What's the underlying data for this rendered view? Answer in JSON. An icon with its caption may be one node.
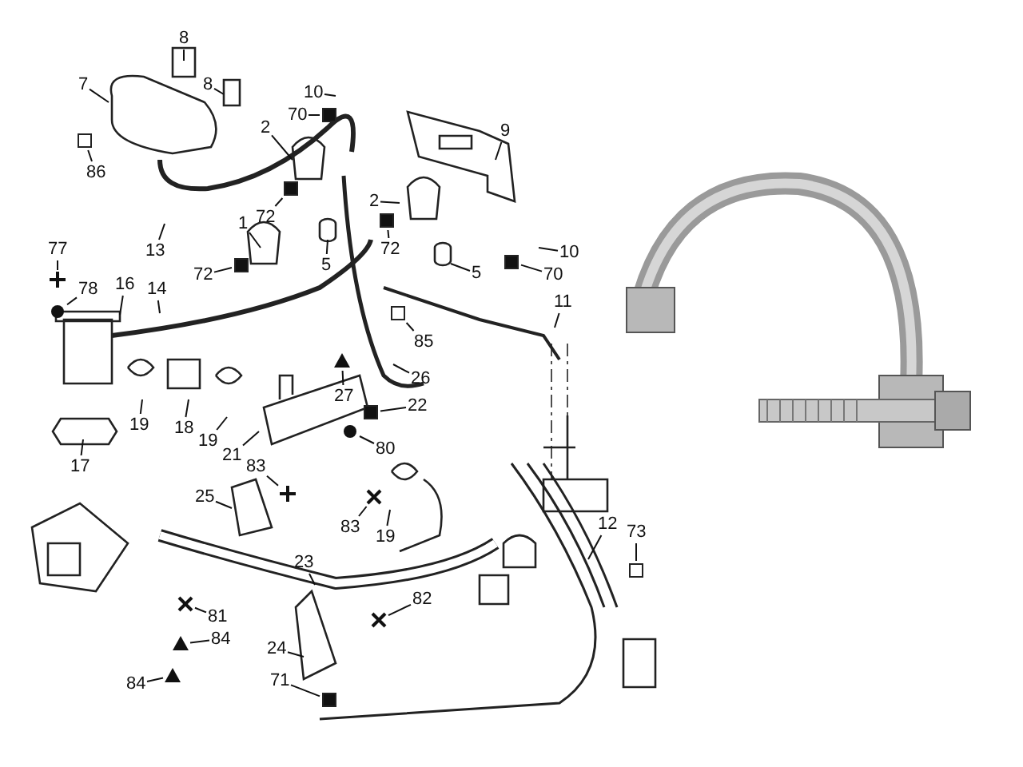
{
  "diagram": {
    "nodes": [
      {
        "text": [
          "8"
        ]
      },
      {
        "text": [
          "8"
        ]
      },
      {
        "text": [
          "7"
        ]
      },
      {
        "text": [
          "86"
        ]
      },
      {
        "text": [
          "10"
        ]
      },
      {
        "text": [
          "70"
        ]
      },
      {
        "text": [
          "2"
        ]
      },
      {
        "text": [
          "9"
        ]
      },
      {
        "text": [
          "72"
        ]
      },
      {
        "text": [
          "13"
        ]
      },
      {
        "text": [
          "2"
        ]
      },
      {
        "text": [
          "1"
        ]
      },
      {
        "text": [
          "72"
        ]
      },
      {
        "text": [
          "5"
        ]
      },
      {
        "text": [
          "72"
        ]
      },
      {
        "text": [
          "5"
        ]
      },
      {
        "text": [
          "10"
        ]
      },
      {
        "text": [
          "70"
        ]
      },
      {
        "text": [
          "77"
        ]
      },
      {
        "text": [
          "78"
        ]
      },
      {
        "text": [
          "16"
        ]
      },
      {
        "text": [
          "14"
        ]
      },
      {
        "text": [
          "11"
        ]
      },
      {
        "text": [
          "85"
        ]
      },
      {
        "text": [
          "26"
        ]
      },
      {
        "text": [
          "27"
        ]
      },
      {
        "text": [
          "22"
        ]
      },
      {
        "text": [
          "80"
        ]
      },
      {
        "text": [
          "17"
        ]
      },
      {
        "text": [
          "19"
        ]
      },
      {
        "text": [
          "18"
        ]
      },
      {
        "text": [
          "19"
        ]
      },
      {
        "text": [
          "21"
        ]
      },
      {
        "text": [
          "83"
        ]
      },
      {
        "text": [
          "25"
        ]
      },
      {
        "text": [
          "83"
        ]
      },
      {
        "text": [
          "19"
        ]
      },
      {
        "text": [
          "12"
        ]
      },
      {
        "text": [
          "73"
        ]
      },
      {
        "text": [
          "23"
        ]
      },
      {
        "text": [
          "81"
        ]
      },
      {
        "text": [
          "82"
        ]
      },
      {
        "text": [
          "84"
        ]
      },
      {
        "text": [
          "24"
        ]
      },
      {
        "text": [
          "84"
        ]
      },
      {
        "text": [
          "71"
        ]
      },
      {
        "text": [],
        "shape": "box"
      },
      {
        "text": [],
        "shape": "box"
      },
      {
        "text": [],
        "shape": "box"
      },
      {
        "text": [],
        "shape": "box"
      },
      {
        "text": [],
        "shape": "box"
      },
      {
        "text": [],
        "shape": "box"
      },
      {
        "text": [],
        "shape": "cross"
      },
      {
        "text": [],
        "shape": "circle"
      },
      {
        "text": [],
        "shape": "box"
      },
      {
        "text": [],
        "shape": "triangle"
      },
      {
        "text": [],
        "shape": "box"
      },
      {
        "text": [],
        "shape": "circle"
      },
      {
        "text": [],
        "shape": "cross"
      },
      {
        "text": [],
        "shape": "cross"
      },
      {
        "text": [],
        "shape": "box"
      },
      {
        "text": [],
        "shape": "cross"
      },
      {
        "text": [],
        "shape": "cross"
      },
      {
        "text": [],
        "shape": "triangle"
      },
      {
        "text": [],
        "shape": "triangle"
      },
      {
        "text": [],
        "shape": "box"
      }
    ],
    "edges": [
      {
        "from": 0,
        "to": null,
        "arrow": "none"
      },
      {
        "from": 1,
        "to": null,
        "arrow": "none"
      },
      {
        "from": 2,
        "to": null,
        "arrow": "none"
      },
      {
        "from": 3,
        "to": 46,
        "arrow": "none"
      },
      {
        "from": 4,
        "to": null,
        "arrow": "none"
      },
      {
        "from": 5,
        "to": 47,
        "arrow": "none"
      },
      {
        "from": 6,
        "to": null,
        "arrow": "none"
      },
      {
        "from": 7,
        "to": null,
        "arrow": "none"
      },
      {
        "from": 8,
        "to": 48,
        "arrow": "none"
      },
      {
        "from": 9,
        "to": null,
        "arrow": "none"
      },
      {
        "from": 10,
        "to": null,
        "arrow": "none"
      },
      {
        "from": 11,
        "to": null,
        "arrow": "none"
      },
      {
        "from": 12,
        "to": 49,
        "arrow": "none"
      },
      {
        "from": 13,
        "to": null,
        "arrow": "none"
      },
      {
        "from": 14,
        "to": 50,
        "arrow": "none"
      },
      {
        "from": 15,
        "to": null,
        "arrow": "none"
      },
      {
        "from": 16,
        "to": null,
        "arrow": "none"
      },
      {
        "from": 17,
        "to": 51,
        "arrow": "none"
      },
      {
        "from": 18,
        "to": 52,
        "arrow": "none"
      },
      {
        "from": 19,
        "to": 53,
        "arrow": "none"
      },
      {
        "from": 20,
        "to": null,
        "arrow": "none"
      },
      {
        "from": 21,
        "to": null,
        "arrow": "none"
      },
      {
        "from": 22,
        "to": null,
        "arrow": "none"
      },
      {
        "from": 23,
        "to": 54,
        "arrow": "none"
      },
      {
        "from": 24,
        "to": null,
        "arrow": "none"
      },
      {
        "from": 25,
        "to": 55,
        "arrow": "none"
      },
      {
        "from": 26,
        "to": 56,
        "arrow": "none"
      },
      {
        "from": 27,
        "to": 57,
        "arrow": "none"
      },
      {
        "from": 28,
        "to": null,
        "arrow": "none"
      },
      {
        "from": 29,
        "to": null,
        "arrow": "none"
      },
      {
        "from": 30,
        "to": null,
        "arrow": "none"
      },
      {
        "from": 31,
        "to": null,
        "arrow": "none"
      },
      {
        "from": 32,
        "to": null,
        "arrow": "none"
      },
      {
        "from": 33,
        "to": 58,
        "arrow": "none"
      },
      {
        "from": 34,
        "to": null,
        "arrow": "none"
      },
      {
        "from": 35,
        "to": 59,
        "arrow": "none"
      },
      {
        "from": 36,
        "to": null,
        "arrow": "none"
      },
      {
        "from": 37,
        "to": null,
        "arrow": "none"
      },
      {
        "from": 38,
        "to": 60,
        "arrow": "none"
      },
      {
        "from": 39,
        "to": null,
        "arrow": "none"
      },
      {
        "from": 40,
        "to": 61,
        "arrow": "none"
      },
      {
        "from": 41,
        "to": 62,
        "arrow": "none"
      },
      {
        "from": 42,
        "to": 63,
        "arrow": "none"
      },
      {
        "from": 43,
        "to": null,
        "arrow": "none"
      },
      {
        "from": 44,
        "to": 64,
        "arrow": "none"
      },
      {
        "from": 45,
        "to": 65,
        "arrow": "none"
      }
    ]
  }
}
